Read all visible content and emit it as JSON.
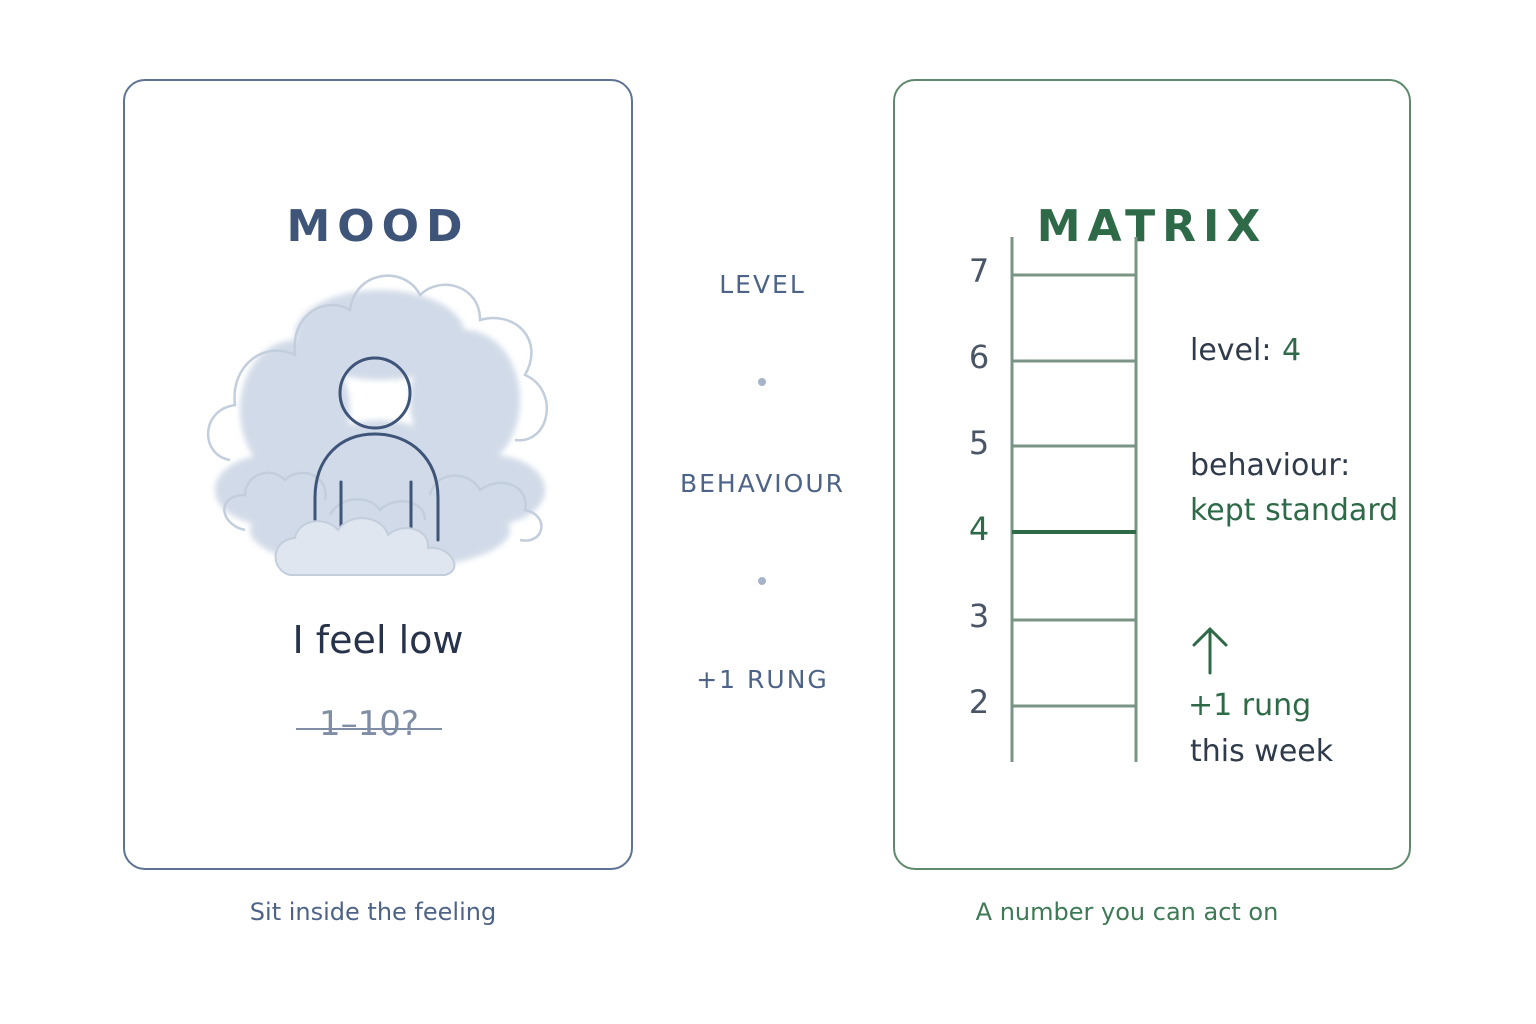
{
  "mood": {
    "title": "MOOD",
    "statement": "I feel low",
    "scale_question": "1–10?",
    "caption": "Sit inside the feeling"
  },
  "middle": {
    "labels": [
      "LEVEL",
      "BEHAVIOUR",
      "+1 RUNG"
    ]
  },
  "matrix": {
    "title": "MATRIX",
    "rungs": [
      "7",
      "6",
      "5",
      "4",
      "3",
      "2"
    ],
    "current_rung": "4",
    "level_label": "level:",
    "level_value": "4",
    "behaviour_label": "behaviour:",
    "behaviour_value": "kept standard",
    "progress_line1": "+1 rung",
    "progress_line2": "this week",
    "caption": "A number you can act on"
  },
  "colors": {
    "mood_accent": "#3e5478",
    "matrix_accent": "#2f6a48",
    "cloud": "#c9d4e4"
  },
  "icons": {
    "mood_figure": "person-in-clouds-icon",
    "progress": "arrow-up-icon"
  }
}
